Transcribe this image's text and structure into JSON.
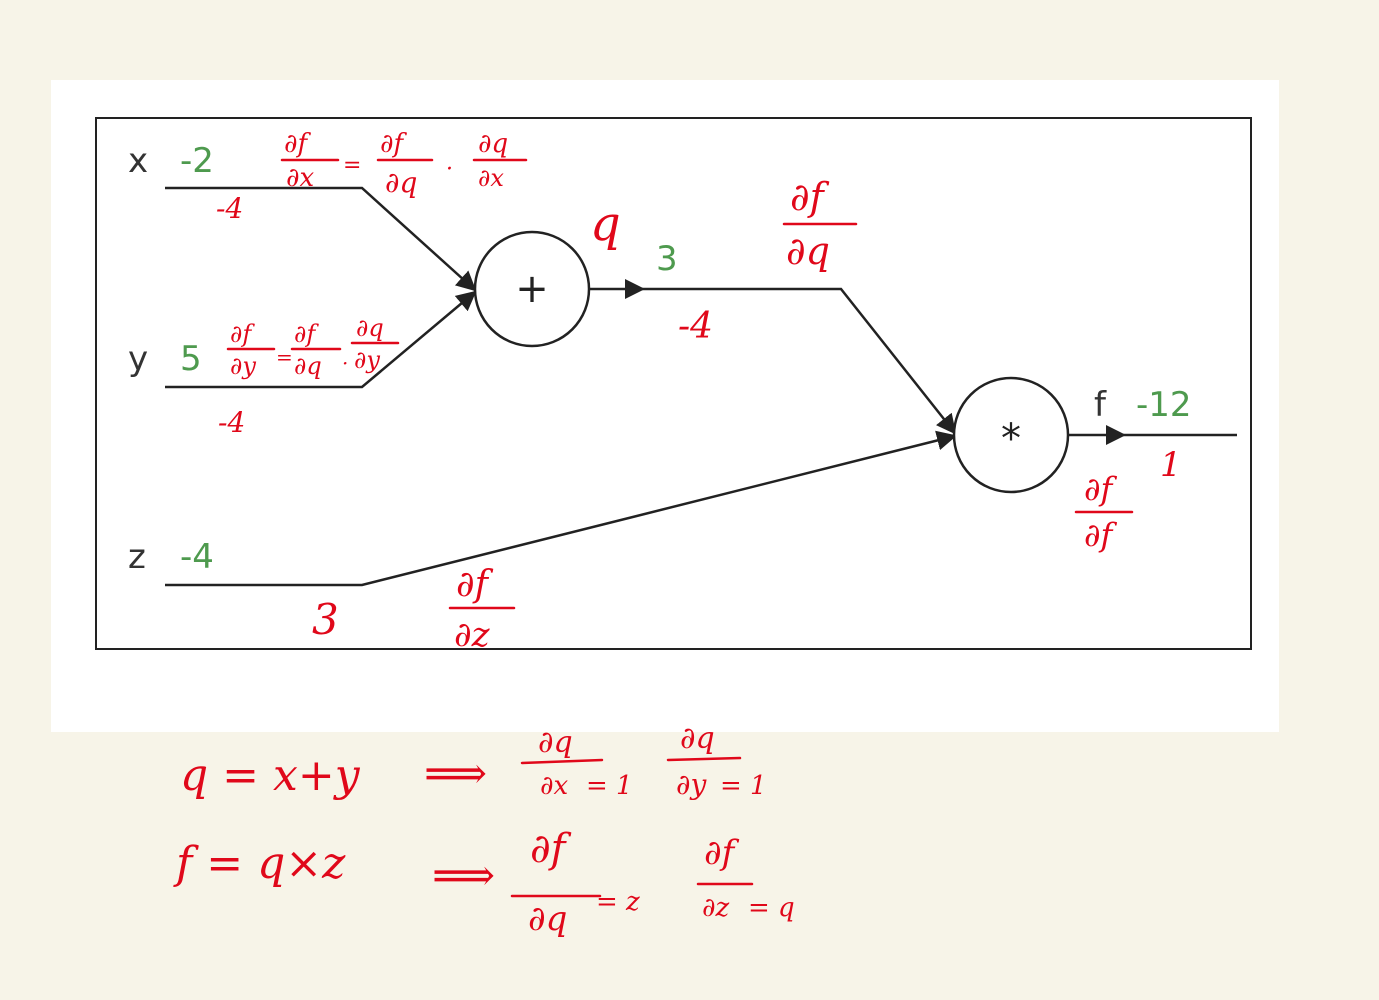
{
  "graph": {
    "inputs": [
      {
        "name": "x",
        "forward": "-2",
        "grad": "-4"
      },
      {
        "name": "y",
        "forward": "5",
        "grad": "-4"
      },
      {
        "name": "z",
        "forward": "-4",
        "grad": "3"
      }
    ],
    "add_node": {
      "symbol": "+"
    },
    "mul_node": {
      "symbol": "*"
    },
    "intermediate": {
      "name": "q",
      "forward": "3",
      "grad": "-4"
    },
    "output": {
      "name": "f",
      "forward": "-12",
      "grad": "1"
    }
  },
  "annotations": {
    "dfdx": {
      "lhs_num": "∂f",
      "lhs_den": "∂x",
      "eq": "=",
      "a_num": "∂f",
      "a_den": "∂q",
      "dot": "·",
      "b_num": "∂q",
      "b_den": "∂x"
    },
    "dfdy": {
      "lhs_num": "∂f",
      "lhs_den": "∂y",
      "eq": "=",
      "a_num": "∂f",
      "a_den": "∂q",
      "dot": "·",
      "b_num": "∂q",
      "b_den": "∂y"
    },
    "dfdq": {
      "num": "∂f",
      "den": "∂q"
    },
    "dfdz": {
      "num": "∂f",
      "den": "∂z"
    },
    "dfdf": {
      "num": "∂f",
      "den": "∂f"
    }
  },
  "notes": {
    "line1": {
      "eq": "q = x+y",
      "arrow": "⟹",
      "d1_num": "∂q",
      "d1_den": "∂x",
      "d1_val": "= 1",
      "d2_num": "∂q",
      "d2_den": "∂y",
      "d2_val": "= 1"
    },
    "line2": {
      "eq": "f = q×z",
      "arrow": "⟹",
      "d1_num": "∂f",
      "d1_den": "∂q",
      "d1_val": "= z",
      "d2_num": "∂f",
      "d2_den": "∂z",
      "d2_val": "= q"
    }
  }
}
